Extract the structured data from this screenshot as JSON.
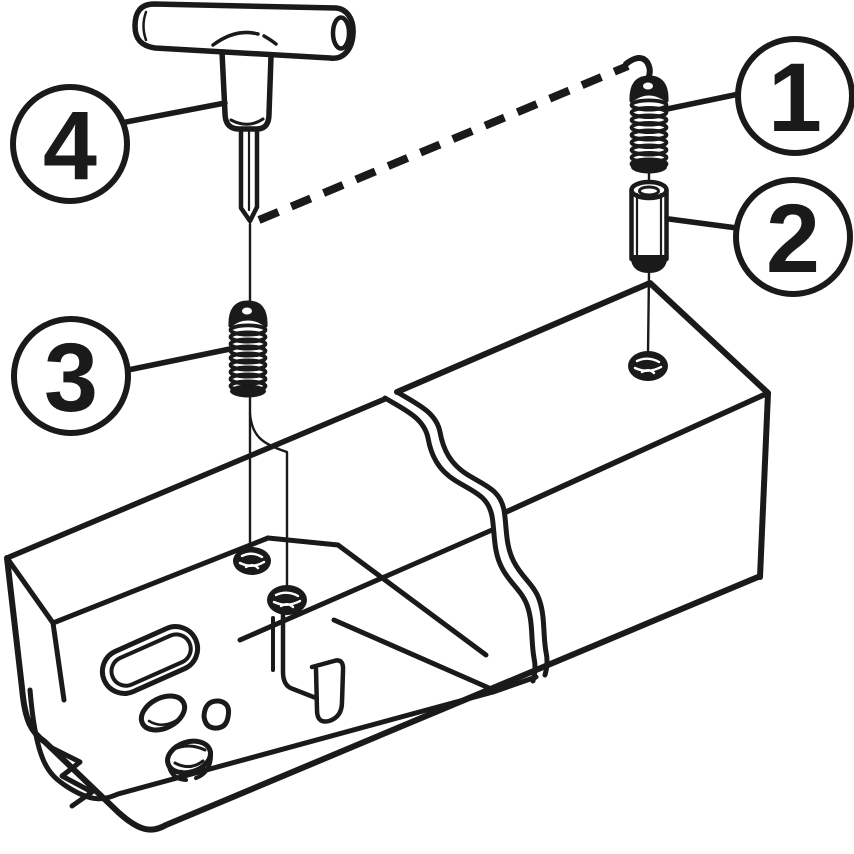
{
  "diagram": {
    "background_color": "#ffffff",
    "line_color": "#1a1a1a",
    "description_labels": {
      "callout_1": "1",
      "callout_2": "2",
      "callout_3": "3",
      "callout_4": "4"
    },
    "callouts": [
      {
        "label": "1"
      },
      {
        "label": "2"
      },
      {
        "label": "3"
      },
      {
        "label": "4"
      }
    ]
  }
}
